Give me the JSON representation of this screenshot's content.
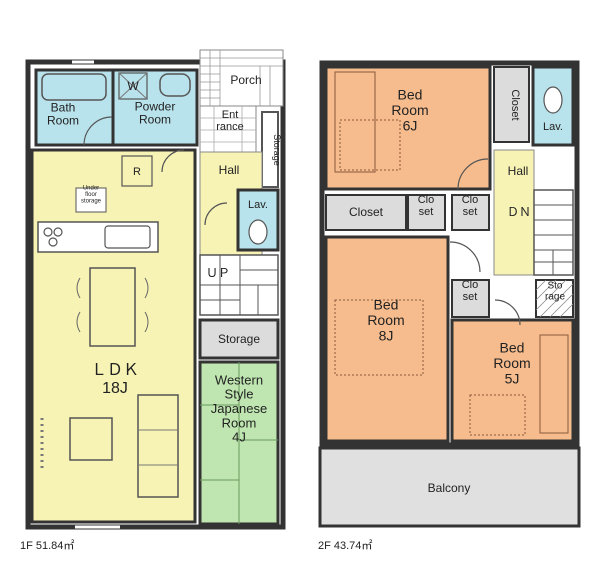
{
  "colors": {
    "ldk": "#f7f3b5",
    "bedroom": "#f6bc8d",
    "wet": "#b9e3ec",
    "japanese": "#bfe6b0",
    "hall": "#f7f3b5",
    "storage": "#dcdcdc",
    "balcony": "#e0e0e0",
    "wall": "#333333"
  },
  "floor1": {
    "caption": "1F 51.84㎡",
    "rooms": {
      "bath": "Bath\nRoom",
      "powder": "Powder\nRoom",
      "washer": "W",
      "porch": "Porch",
      "entrance": "Ent\nrance",
      "hall": "Hall",
      "storage_vertical": "Storage",
      "lav": "Lav.",
      "refrigerator": "R",
      "underfloor": "Under\nfloor\nstorage",
      "ldk": "ＬＤＫ\n18J",
      "up": "ＵＰ",
      "storage": "Storage",
      "japanese": "Western\nStyle\nJapanese\nRoom\n4J"
    }
  },
  "floor2": {
    "caption": "2F 43.74㎡",
    "rooms": {
      "bed6": "Bed\nRoom\n6J",
      "closet_vertical": "Closet",
      "lav": "Lav.",
      "hall": "Hall",
      "dn": "ＤＮ",
      "closet": "Closet",
      "closet_a": "Clo\nset",
      "closet_b": "Clo\nset",
      "closet_c": "Clo\nset",
      "storage": "Sto\nrage",
      "bed8": "Bed\nRoom\n8J",
      "bed5": "Bed\nRoom\n5J",
      "balcony": "Balcony"
    }
  }
}
